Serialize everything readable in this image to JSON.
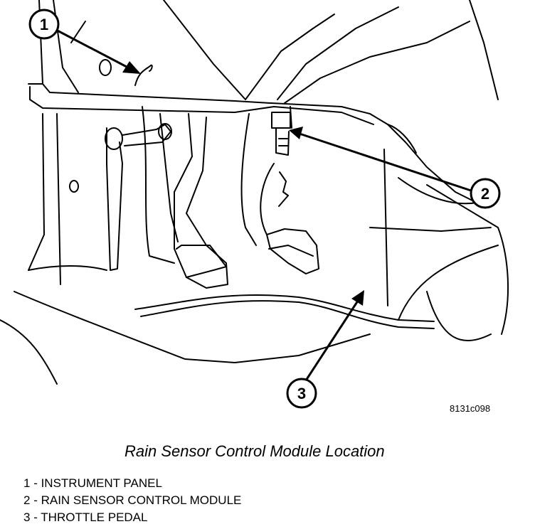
{
  "figure": {
    "id": "8131c098",
    "callouts": [
      "1",
      "2",
      "3"
    ]
  },
  "caption": "Rain Sensor Control Module Location",
  "legend": [
    {
      "num": "1",
      "label": "INSTRUMENT PANEL"
    },
    {
      "num": "2",
      "label": "RAIN SENSOR CONTROL MODULE"
    },
    {
      "num": "3",
      "label": "THROTTLE PEDAL"
    }
  ],
  "colors": {
    "ink": "#000000",
    "paper": "#ffffff"
  }
}
